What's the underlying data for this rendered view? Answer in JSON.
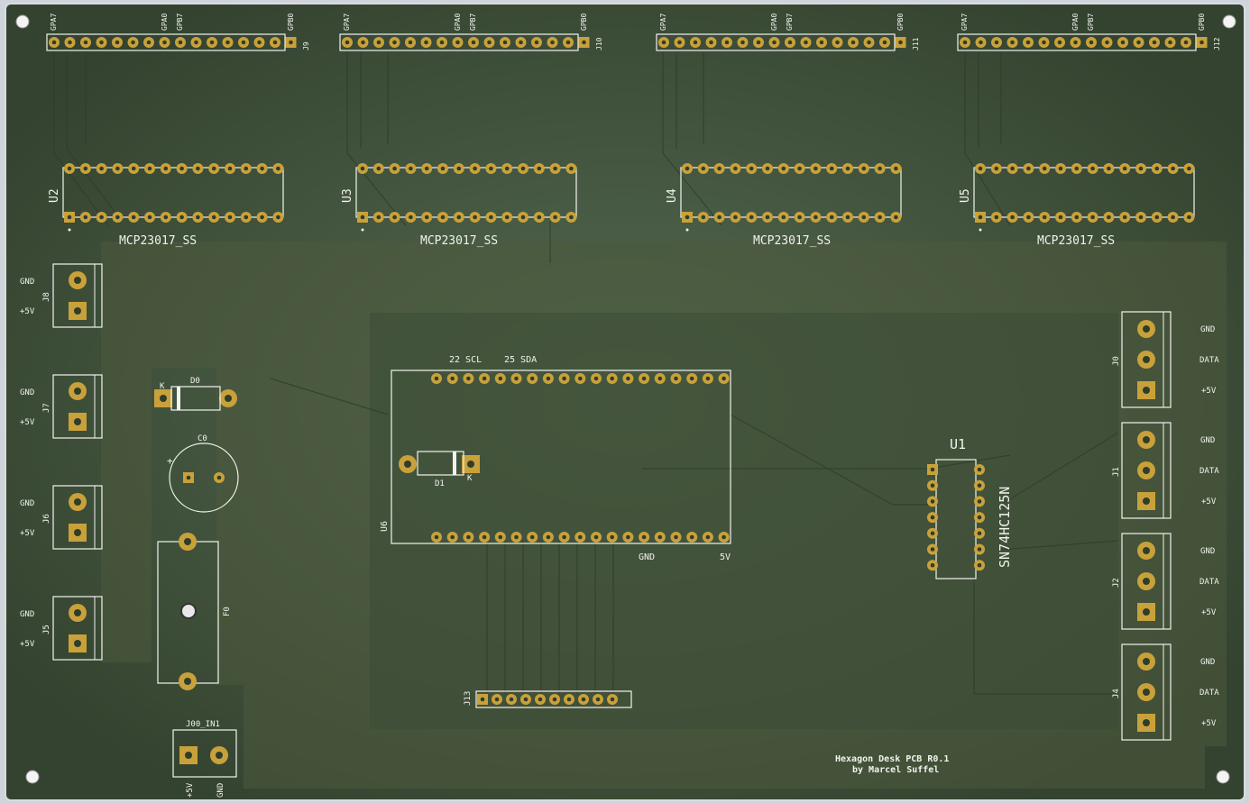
{
  "board": {
    "title": "Hexagon Desk PCB R0.1",
    "author": "by Marcel Suffel",
    "colors": {
      "mask": "#3a4a34",
      "mask_dark": "#2f3d2b",
      "copper_pour": "#4d5a3e",
      "pad": "#c9a13a",
      "silk": "#f2f2ee",
      "edge": "#d8dce2"
    }
  },
  "headers_top": [
    {
      "ref": "J9",
      "pin_a": "GPA7",
      "pin_b": "GPA0",
      "pin_c": "GPB7",
      "pin_d": "GPB0"
    },
    {
      "ref": "J10",
      "pin_a": "GPA7",
      "pin_b": "GPA0",
      "pin_c": "GPB7",
      "pin_d": "GPB0"
    },
    {
      "ref": "J11",
      "pin_a": "GPA7",
      "pin_b": "GPA0",
      "pin_c": "GPB7",
      "pin_d": "GPB0"
    },
    {
      "ref": "J12",
      "pin_a": "GPA7",
      "pin_b": "GPA0",
      "pin_c": "GPB7",
      "pin_d": "GPB0"
    }
  ],
  "expanders": [
    {
      "ref": "U2",
      "value": "MCP23017_SS"
    },
    {
      "ref": "U3",
      "value": "MCP23017_SS"
    },
    {
      "ref": "U4",
      "value": "MCP23017_SS"
    },
    {
      "ref": "U5",
      "value": "MCP23017_SS"
    }
  ],
  "power_left": [
    {
      "ref": "J8",
      "top": "GND",
      "bottom": "+5V"
    },
    {
      "ref": "J7",
      "top": "GND",
      "bottom": "+5V"
    },
    {
      "ref": "J6",
      "top": "GND",
      "bottom": "+5V"
    },
    {
      "ref": "J5",
      "top": "GND",
      "bottom": "+5V"
    }
  ],
  "outputs_right": [
    {
      "ref": "J0",
      "l1": "GND",
      "l2": "DATA",
      "l3": "+5V"
    },
    {
      "ref": "J1",
      "l1": "GND",
      "l2": "DATA",
      "l3": "+5V"
    },
    {
      "ref": "J2",
      "l1": "GND",
      "l2": "DATA",
      "l3": "+5V"
    },
    {
      "ref": "J4",
      "l1": "GND",
      "l2": "DATA",
      "l3": "+5V"
    }
  ],
  "mcu": {
    "ref": "U6",
    "scl": "22 SCL",
    "sda": "25 SDA",
    "gnd": "GND",
    "v5": "5V"
  },
  "d1": {
    "ref": "D1",
    "k": "K"
  },
  "d0": {
    "ref": "D0",
    "k": "K"
  },
  "c0": {
    "ref": "C0",
    "plus": "+"
  },
  "f0": {
    "ref": "F0"
  },
  "j13": {
    "ref": "J13"
  },
  "power_in": {
    "ref": "J00_IN1",
    "p1": "+5V",
    "p2": "GND"
  },
  "buffer": {
    "ref": "U1",
    "value": "SN74HC125N"
  }
}
